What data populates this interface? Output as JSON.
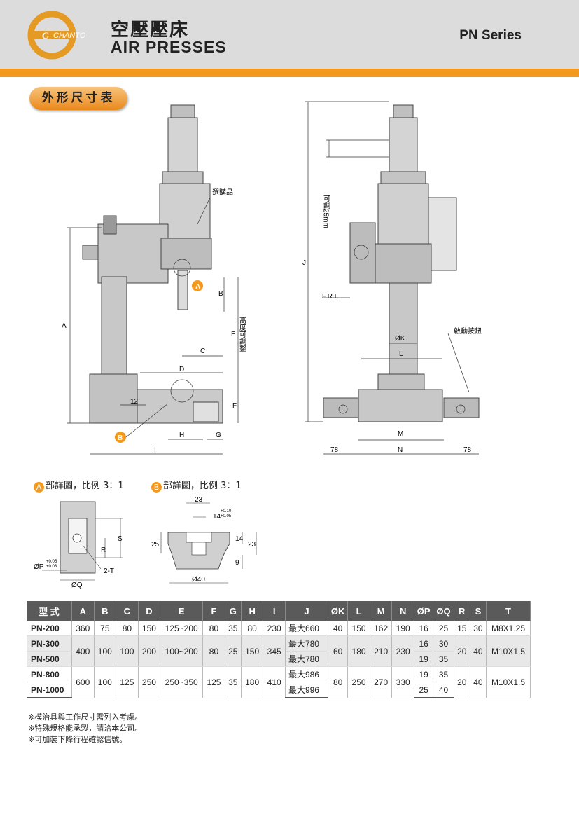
{
  "header": {
    "logo_text": "CHANTO",
    "title_zh": "空壓壓床",
    "title_en": "AIR PRESSES",
    "series": "PN Series"
  },
  "section_title": "外形尺寸表",
  "drawing_labels": {
    "purchased": "選購品",
    "adjustable": "可調25mm",
    "frl": "F.R.L",
    "height_adjustable": "高度可調整",
    "start_button": "啟動按鈕",
    "a": "A",
    "b": "B",
    "c": "C",
    "d": "D",
    "e": "E",
    "f": "F",
    "g": "G",
    "h": "H",
    "i": "I",
    "j": "J",
    "k": "ØK",
    "l": "L",
    "m": "M",
    "n": "N",
    "dim_78_left": "78",
    "dim_78_right": "78",
    "dim_12": "12",
    "marker_a": "A",
    "marker_b": "B"
  },
  "detail_a": {
    "letter": "A",
    "title": "部詳圖，比例 3：1",
    "r": "R",
    "s": "S",
    "p": "ØP",
    "p_tol_upper": "+0.05",
    "p_tol_lower": "+0.03",
    "q": "ØQ",
    "t": "2-T"
  },
  "detail_b": {
    "letter": "B",
    "title": "部詳圖，比例 3：1",
    "d23_top": "23",
    "d14": "14",
    "d14_tol_upper": "+0.10",
    "d14_tol_lower": "+0.05",
    "d25": "25",
    "d14_side": "14",
    "d23_side": "23",
    "d9": "9",
    "d40": "Ø40"
  },
  "table": {
    "headers": [
      "型 式",
      "A",
      "B",
      "C",
      "D",
      "E",
      "F",
      "G",
      "H",
      "I",
      "J",
      "ØK",
      "L",
      "M",
      "N",
      "ØP",
      "ØQ",
      "R",
      "S",
      "T"
    ],
    "rows": {
      "pn200": {
        "model": "PN-200",
        "A": "360",
        "B": "75",
        "C": "80",
        "D": "150",
        "E": "125~200",
        "F": "80",
        "G": "35",
        "H": "80",
        "I": "230",
        "J": "最大660",
        "K": "40",
        "L": "150",
        "M": "162",
        "N": "190",
        "P": "16",
        "Q": "25",
        "R": "15",
        "S": "30",
        "T": "M8X1.25"
      },
      "pn300": {
        "model": "PN-300",
        "J": "最大780",
        "P": "16",
        "Q": "30"
      },
      "pn500": {
        "model": "PN-500",
        "J": "最大780",
        "P": "19",
        "Q": "35"
      },
      "g2": {
        "A": "400",
        "B": "100",
        "C": "100",
        "D": "200",
        "E": "100~200",
        "F": "80",
        "G": "25",
        "H": "150",
        "I": "345",
        "K": "60",
        "L": "180",
        "M": "210",
        "N": "230",
        "R": "20",
        "S": "40",
        "T": "M10X1.5"
      },
      "pn800": {
        "model": "PN-800",
        "J": "最大986",
        "P": "19",
        "Q": "35"
      },
      "pn1000": {
        "model": "PN-1000",
        "J": "最大996",
        "P": "25",
        "Q": "40"
      },
      "g3": {
        "A": "600",
        "B": "100",
        "C": "125",
        "D": "250",
        "E": "250~350",
        "F": "125",
        "G": "35",
        "H": "180",
        "I": "410",
        "K": "80",
        "L": "250",
        "M": "270",
        "N": "330",
        "R": "20",
        "S": "40",
        "T": "M10X1.5"
      }
    }
  },
  "notes": [
    "※模治具與工作尺寸需列入考慮。",
    "※特殊規格能承製，請洽本公司。",
    "※可加裝下降行程確認信號。"
  ],
  "colors": {
    "accent": "#f39a1e",
    "header_bg": "#dcdcdc",
    "table_header": "#5a5a5a",
    "machine_gray": "#c8c8c8"
  }
}
